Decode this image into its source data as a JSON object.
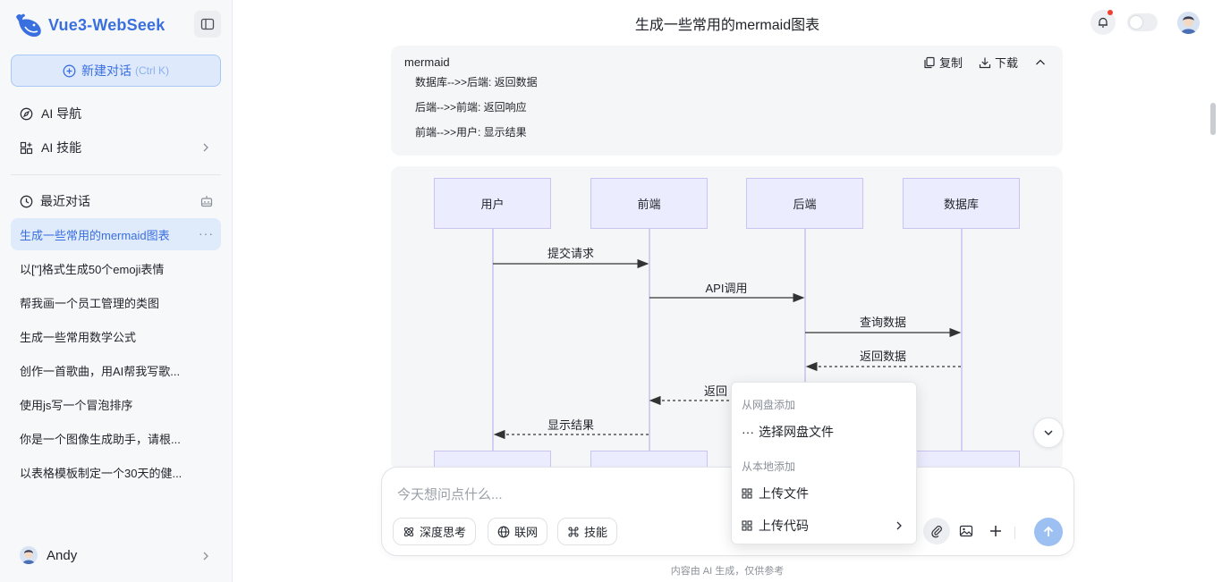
{
  "app": {
    "name": "Vue3-WebSeek"
  },
  "sidebar": {
    "new_chat": {
      "label": "新建对话",
      "shortcut": "(Ctrl K)"
    },
    "nav": [
      {
        "label": "AI 导航",
        "icon": "compass-icon"
      },
      {
        "label": "AI 技能",
        "icon": "apps-icon"
      }
    ],
    "recent_title": "最近对话",
    "conversations": [
      {
        "title": "生成一些常用的mermaid图表",
        "active": true
      },
      {
        "title": "以[\"]格式生成50个emoji表情"
      },
      {
        "title": "帮我画一个员工管理的类图"
      },
      {
        "title": "生成一些常用数学公式"
      },
      {
        "title": "创作一首歌曲，用AI帮我写歌..."
      },
      {
        "title": "使用js写一个冒泡排序"
      },
      {
        "title": "你是一个图像生成助手，请根..."
      },
      {
        "title": "以表格模板制定一个30天的健..."
      }
    ],
    "user": {
      "name": "Andy"
    }
  },
  "header": {
    "title": "生成一些常用的mermaid图表"
  },
  "code_block": {
    "language": "mermaid",
    "copy_label": "复制",
    "download_label": "下载",
    "lines": [
      "数据库-->>后端: 返回数据",
      "后端-->>前端: 返回响应",
      "前端-->>用户: 显示结果"
    ]
  },
  "diagram": {
    "actors": [
      "用户",
      "前端",
      "后端",
      "数据库"
    ],
    "messages": [
      {
        "from": 0,
        "to": 1,
        "label": "提交请求",
        "dashed": false
      },
      {
        "from": 1,
        "to": 2,
        "label": "API调用",
        "dashed": false
      },
      {
        "from": 2,
        "to": 3,
        "label": "查询数据",
        "dashed": false
      },
      {
        "from": 3,
        "to": 2,
        "label": "返回数据",
        "dashed": true
      },
      {
        "from": 2,
        "to": 1,
        "label": "返回响应",
        "visible_label": "返回",
        "dashed": true
      },
      {
        "from": 1,
        "to": 0,
        "label": "显示结果",
        "dashed": true
      }
    ]
  },
  "composer": {
    "placeholder": "今天想问点什么...",
    "chips": [
      "深度思考",
      "联网",
      "技能"
    ]
  },
  "popup": {
    "section_cloud": "从网盘添加",
    "cloud_item": "选择网盘文件",
    "section_local": "从本地添加",
    "upload_file": "上传文件",
    "upload_code": "上传代码"
  },
  "footer": {
    "note": "内容由 AI 生成，仅供参考"
  },
  "colors": {
    "accent": "#3a6fe0",
    "actor_fill": "#ececff",
    "lifeline": "#d5cdf2",
    "notify_dot": "#f0412f"
  }
}
